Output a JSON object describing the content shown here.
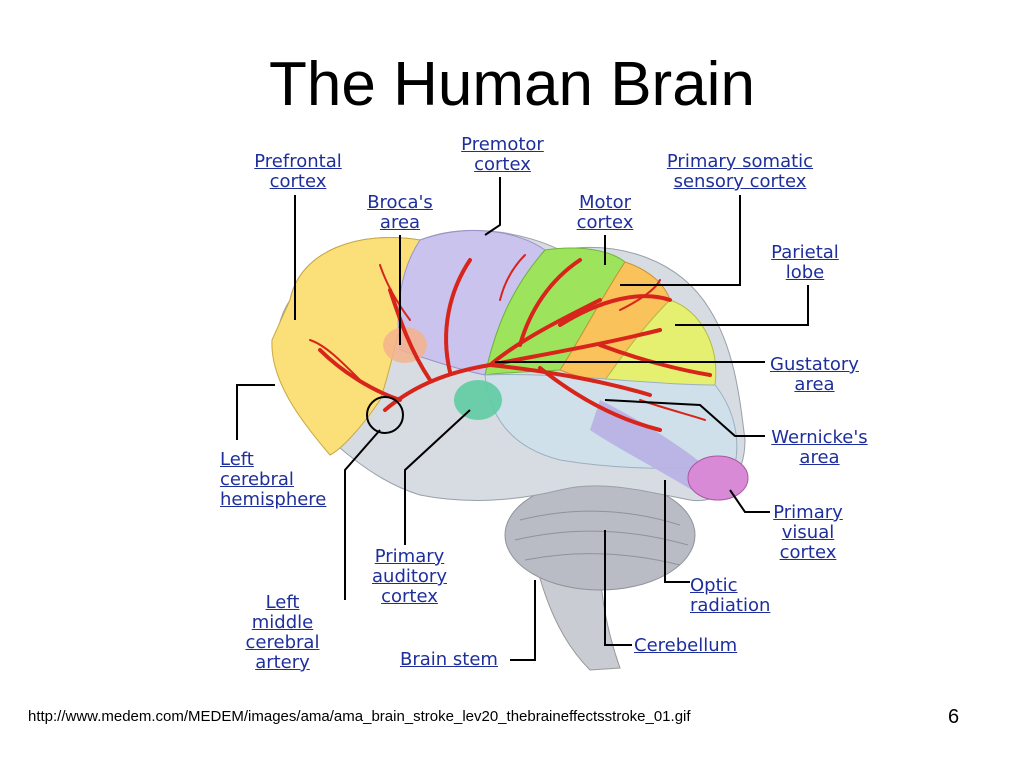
{
  "slide": {
    "title": "The Human Brain",
    "source_url": "http://www.medem.com/MEDEM/images/ama/ama_brain_stroke_lev20_thebraineffectsstroke_01.gif",
    "page_number": "6"
  },
  "labels": {
    "prefrontal_cortex": [
      "Prefrontal",
      "cortex"
    ],
    "premotor_cortex": [
      "Premotor",
      "cortex"
    ],
    "primary_somatic_sensory_cortex": [
      "Primary somatic",
      "sensory cortex"
    ],
    "brocas_area": [
      "Broca's",
      "area"
    ],
    "motor_cortex": [
      "Motor",
      "cortex"
    ],
    "parietal_lobe": [
      "Parietal",
      "lobe"
    ],
    "gustatory_area": [
      "Gustatory",
      "area"
    ],
    "wernickes_area": [
      "Wernicke's",
      "area"
    ],
    "left_cerebral_hemisphere": [
      "Left",
      "cerebral",
      "hemisphere"
    ],
    "primary_visual_cortex": [
      "Primary",
      "visual",
      "cortex"
    ],
    "primary_auditory_cortex": [
      "Primary",
      "auditory",
      "cortex"
    ],
    "optic_radiation": [
      "Optic",
      "radiation"
    ],
    "left_middle_cerebral_artery": [
      "Left",
      "middle",
      "cerebral",
      "artery"
    ],
    "cerebellum": [
      "Cerebellum"
    ],
    "brain_stem": [
      "Brain stem"
    ]
  },
  "colors": {
    "label_text": "#1e2f9c",
    "prefrontal": "#fbe07a",
    "premotor": "#c9c3ee",
    "motor": "#9ee35c",
    "somatic": "#f9c25a",
    "parietal": "#e5f070",
    "temporal": "#cfd9e3",
    "visual": "#d98ad6",
    "artery": "#d8251c",
    "cerebellum": "#b9bcc4"
  }
}
